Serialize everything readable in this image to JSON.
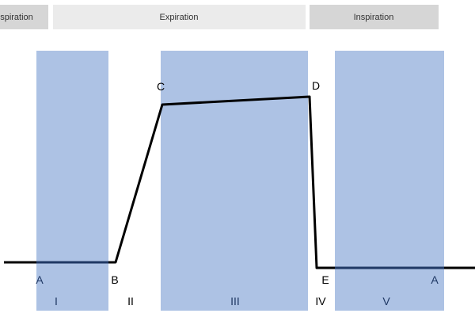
{
  "header": {
    "segments": [
      {
        "label": "spiration",
        "fill": "#d6d6d6"
      },
      {
        "label": "Expiration",
        "fill": "#ebebeb"
      },
      {
        "label": "Inspiration",
        "fill": "#d6d6d6"
      }
    ]
  },
  "phases": {
    "labels": [
      "I",
      "II",
      "III",
      "IV",
      "V"
    ],
    "band_color": "#adc2e4"
  },
  "points": {
    "A1": "A",
    "B": "B",
    "C": "C",
    "D": "D",
    "E": "E",
    "A2": "A"
  },
  "colors": {
    "curve": "#000000",
    "baseline_segment": "#1f3864",
    "bottom_label_text": "#1f3864",
    "top_label_text": "#000000",
    "header_text": "#333333"
  }
}
